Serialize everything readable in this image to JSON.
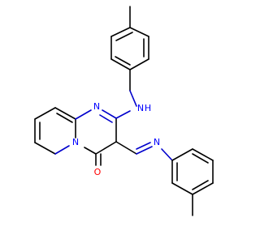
{
  "colors": {
    "carbon_bond": "#000000",
    "nitrogen": "#0000ff",
    "oxygen": "#ff0000",
    "background": "#ffffff"
  },
  "atoms": {
    "n_ring_top": "N",
    "n_ring_bridge": "N",
    "nh": "N",
    "nh_h": "H",
    "n_imine": "N",
    "o_carbonyl": "O"
  }
}
